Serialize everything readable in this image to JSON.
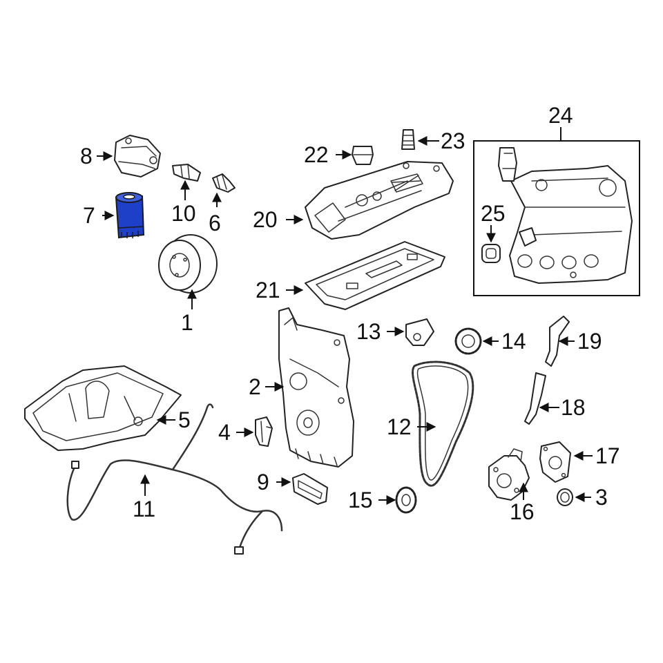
{
  "highlight_color": "#1e3fc8",
  "line_color": "#222222",
  "highlighted_part": "7",
  "callouts": [
    "1",
    "2",
    "3",
    "4",
    "5",
    "6",
    "7",
    "8",
    "9",
    "10",
    "11",
    "12",
    "13",
    "14",
    "15",
    "16",
    "17",
    "18",
    "19",
    "20",
    "21",
    "22",
    "23",
    "24",
    "25"
  ]
}
